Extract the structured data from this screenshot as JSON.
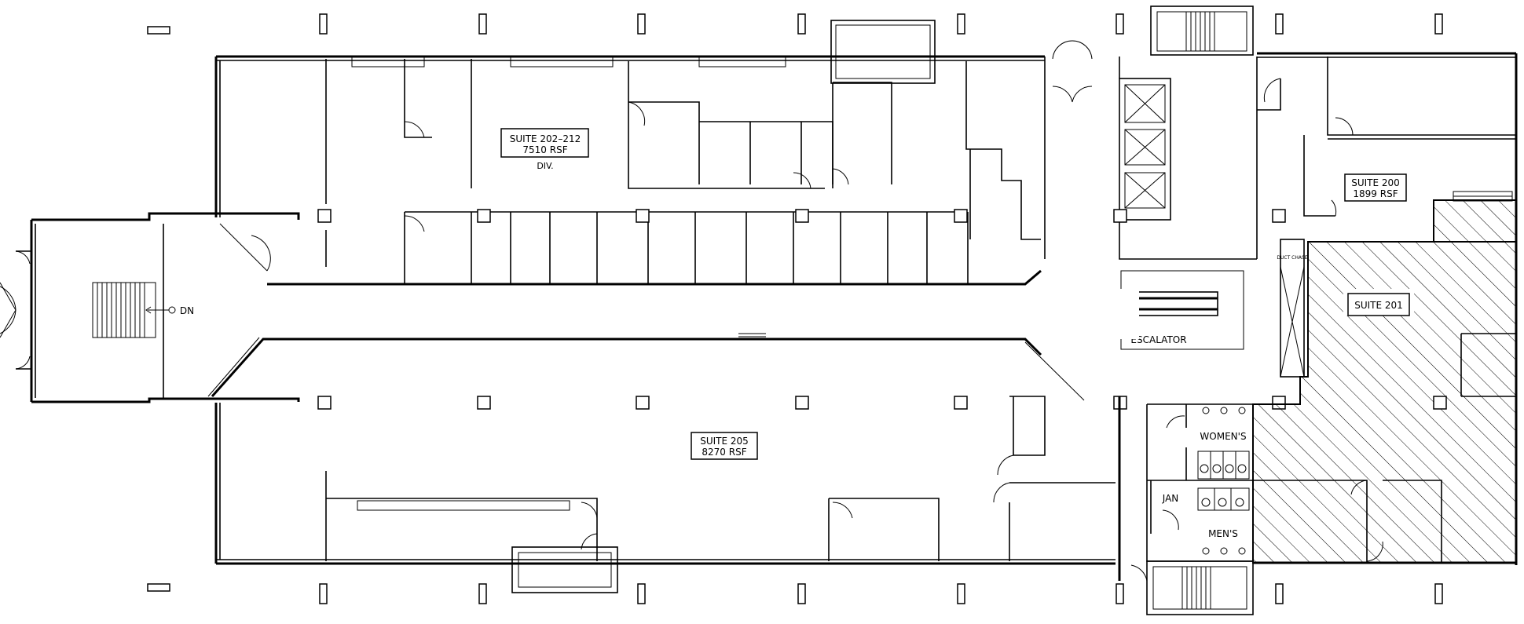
{
  "suites": {
    "s202": {
      "name": "SUITE 202–212",
      "area": "7510 RSF",
      "note": "DIV."
    },
    "s205": {
      "name": "SUITE 205",
      "area": "8270 RSF"
    },
    "s200": {
      "name": "SUITE 200",
      "area": "1899 RSF"
    },
    "s201": {
      "name": "SUITE 201"
    }
  },
  "rooms": {
    "escalator": "ESCALATOR",
    "womens": "WOMEN'S",
    "mens": "MEN'S",
    "jan": "JAN",
    "stair_dn": "DN",
    "duct": "DUCT CHASE"
  },
  "colors": {
    "ink": "#000000",
    "paper": "#ffffff"
  }
}
